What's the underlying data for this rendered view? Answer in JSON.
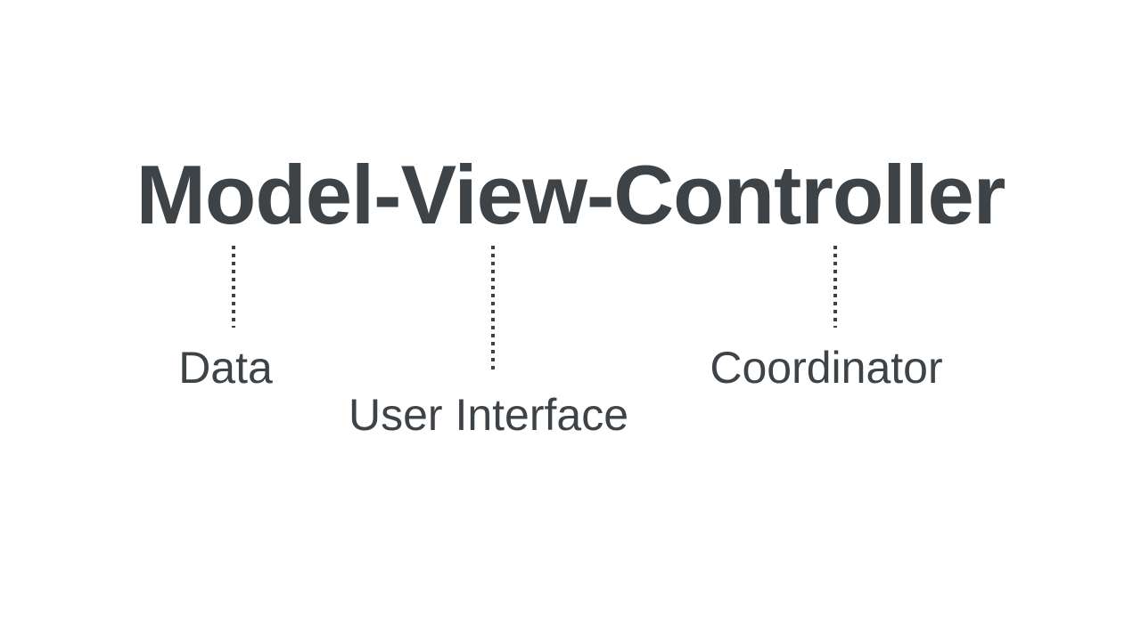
{
  "page": {
    "background_color": "#ffffff"
  },
  "diagram": {
    "title": "Model-View-Controller",
    "ink_color": "#3e4347",
    "nodes": [
      {
        "term": "Model",
        "label": "Data"
      },
      {
        "term": "View",
        "label": "User Interface"
      },
      {
        "term": "Controller",
        "label": "Coordinator"
      }
    ]
  }
}
